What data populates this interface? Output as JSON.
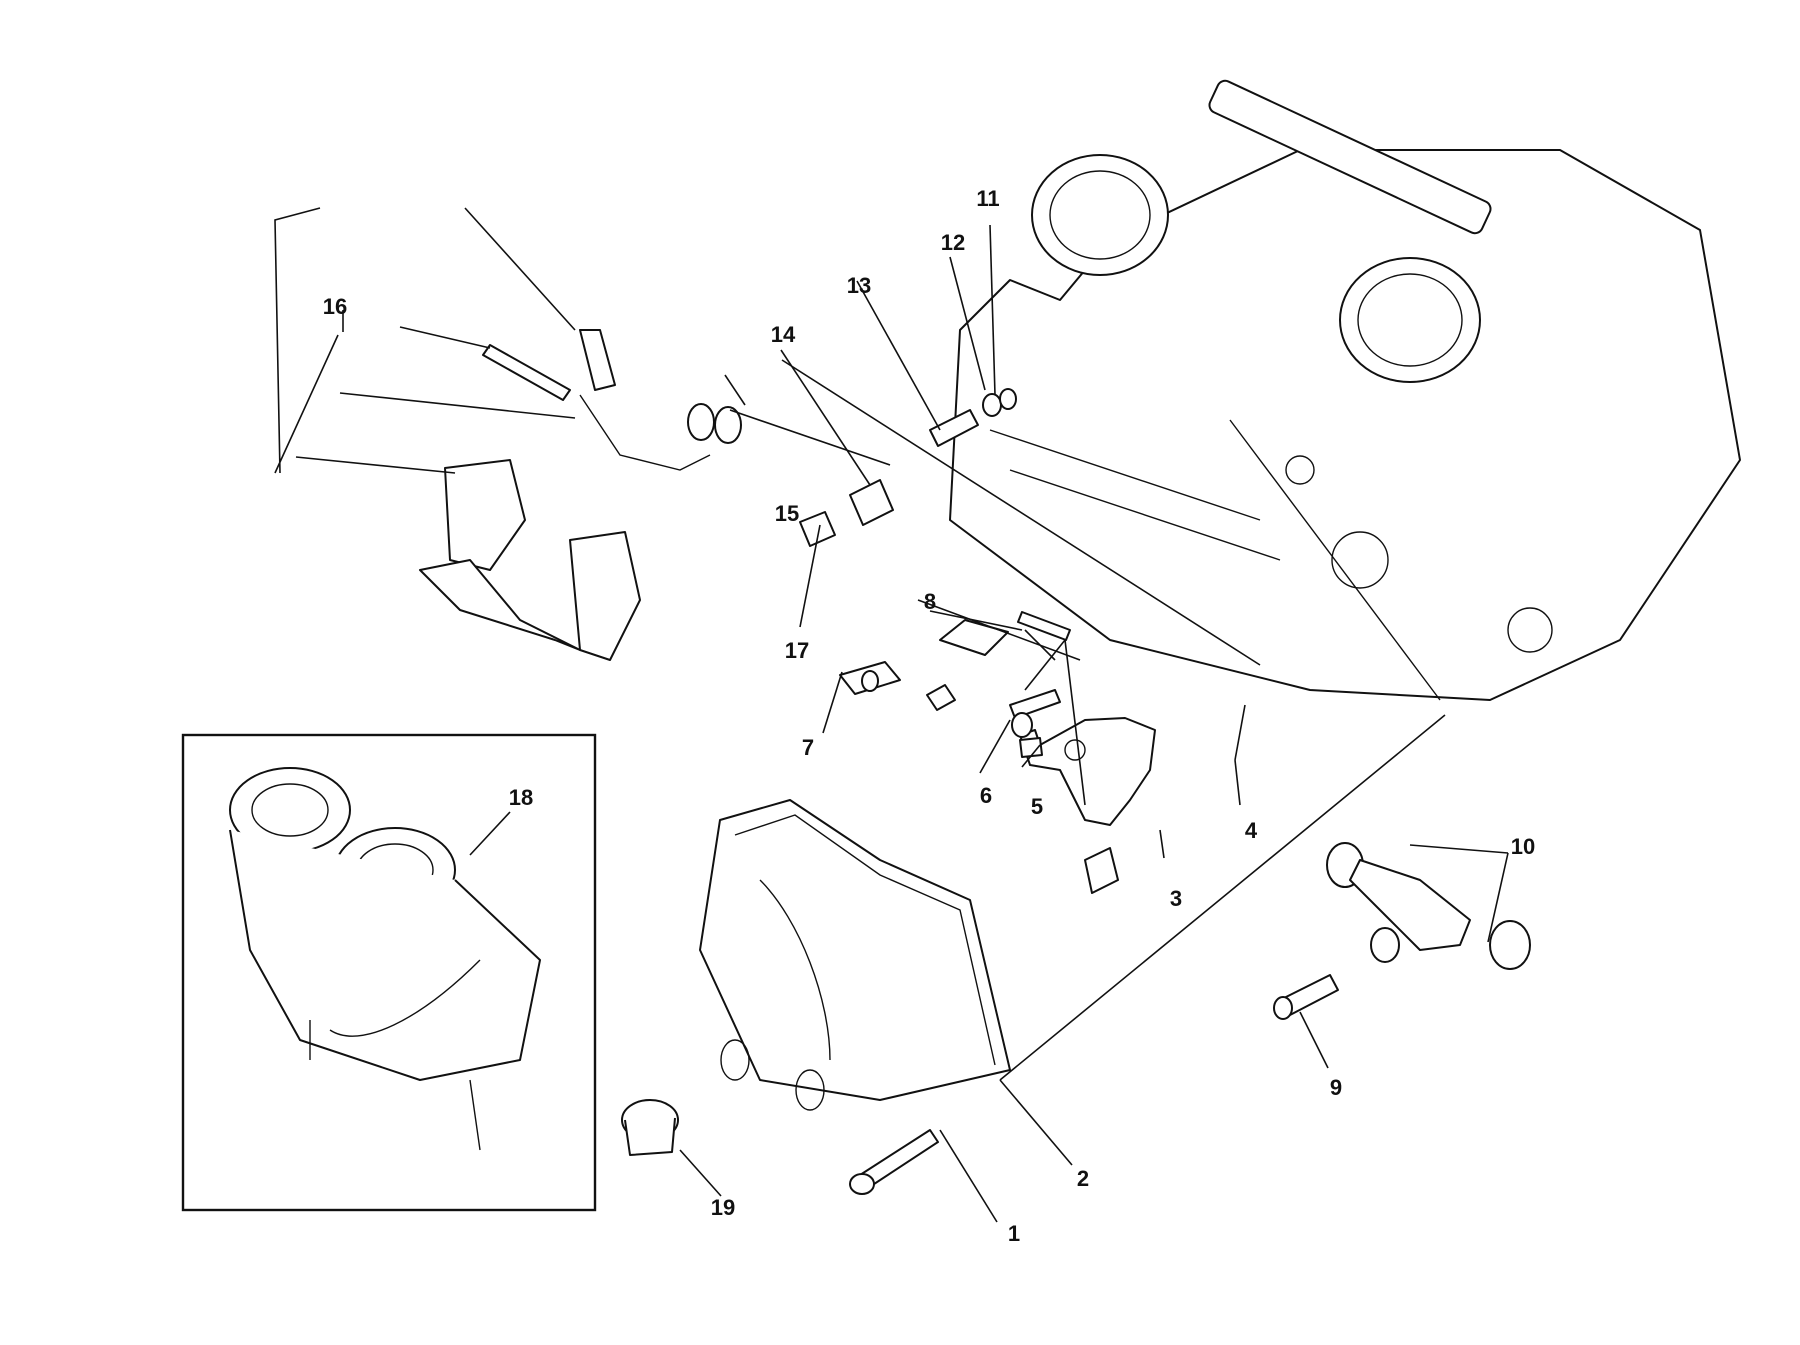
{
  "diagram": {
    "callouts": [
      "1",
      "2",
      "3",
      "4",
      "5",
      "6",
      "7",
      "8",
      "9",
      "10",
      "11",
      "12",
      "13",
      "14",
      "15",
      "16",
      "17",
      "18",
      "19"
    ]
  }
}
